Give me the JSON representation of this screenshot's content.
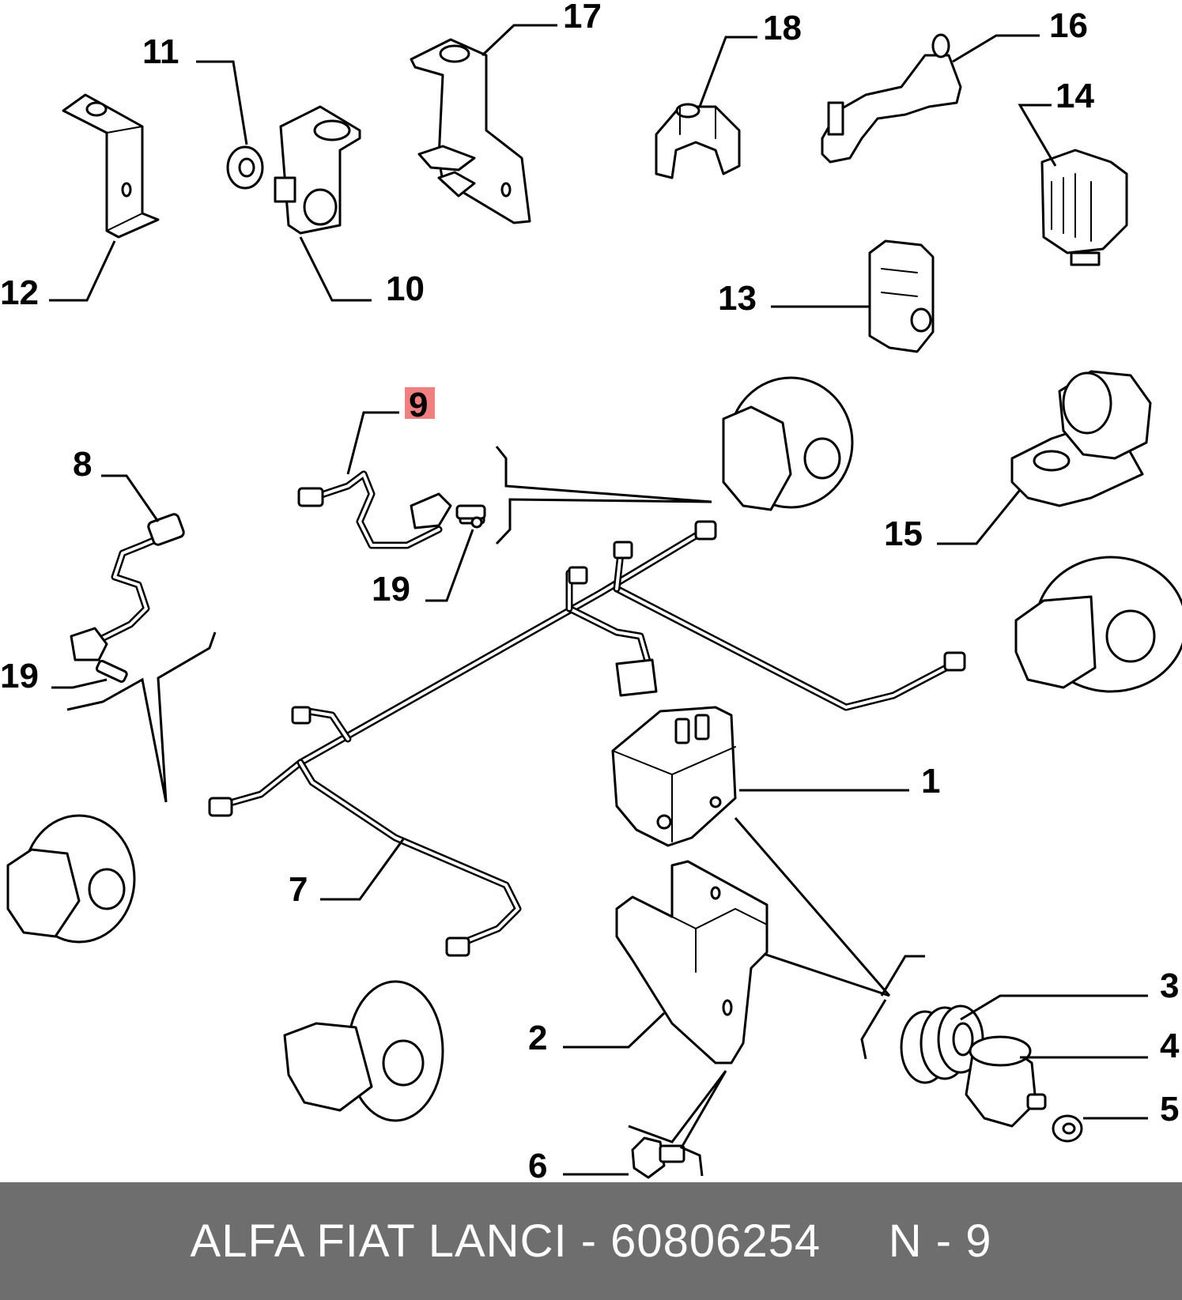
{
  "callouts": {
    "p1": "1",
    "p2": "2",
    "p3": "3",
    "p4": "4",
    "p5": "5",
    "p6": "6",
    "p7": "7",
    "p8": "8",
    "p9": "9",
    "p10": "10",
    "p11": "11",
    "p12": "12",
    "p13": "13",
    "p14": "14",
    "p15": "15",
    "p16": "16",
    "p17": "17",
    "p18": "18",
    "p19a": "19",
    "p19b": "19"
  },
  "highlight": {
    "part": "9",
    "color": "#f08080"
  },
  "footer": {
    "brand": "ALFA FIAT LANCI",
    "separator": " - ",
    "part_number": "60806254",
    "gap": "     ",
    "position": "N - 9",
    "background": "#6e6e6e"
  }
}
